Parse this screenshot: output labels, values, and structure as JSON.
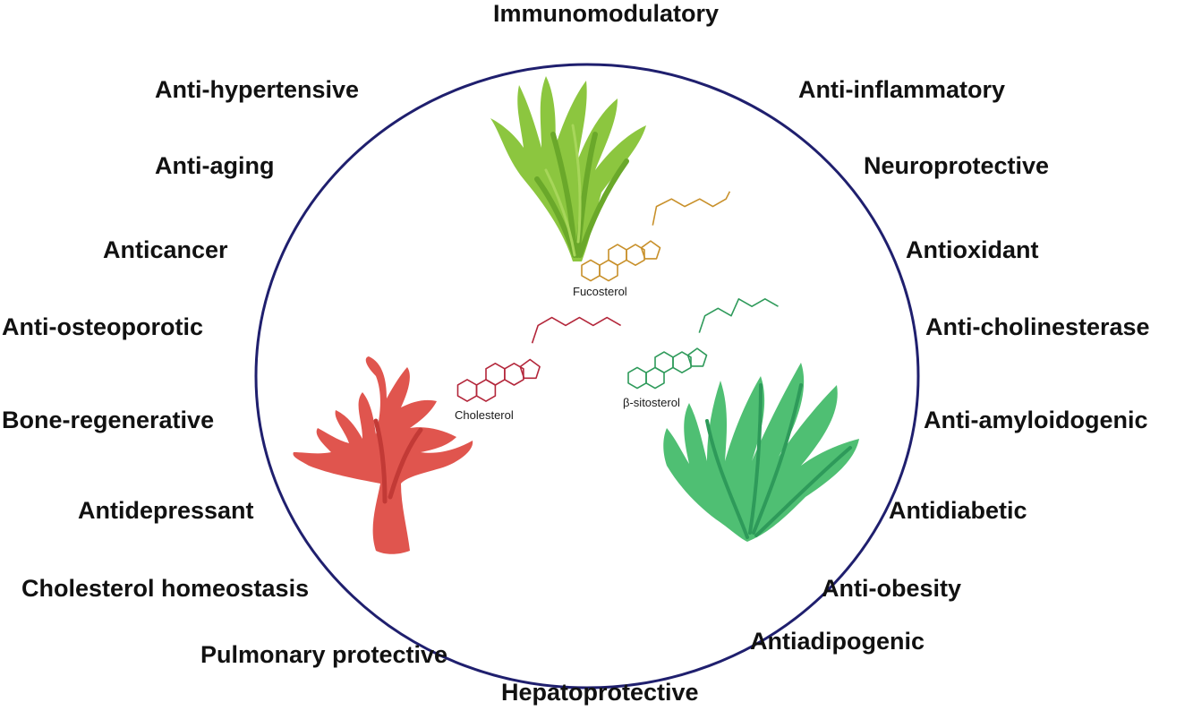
{
  "diagram": {
    "colors": {
      "circle": "#1f1f6e",
      "fucosterol": "#c8902a",
      "cholesterol": "#b3263a",
      "sitosterol": "#2e9a5a",
      "green_seaweed": "#8cc63f",
      "red_seaweed": "#e0554e",
      "teal_seaweed": "#4fbf73"
    },
    "labels": {
      "top": "Immunomodulatory",
      "bottom": "Hepatoprotective",
      "left": [
        "Anti-hypertensive",
        "Anti-aging",
        "Anticancer",
        "Anti-osteoporotic",
        "Bone-regenerative",
        "Antidepressant",
        "Cholesterol homeostasis",
        "Pulmonary protective"
      ],
      "right": [
        "Anti-inflammatory",
        "Neuroprotective",
        "Antioxidant",
        "Anti-cholinesterase",
        "Anti-amyloidogenic",
        "Antidiabetic",
        "Anti-obesity",
        "Antiadipogenic"
      ]
    },
    "molecules": {
      "fucosterol": "Fucosterol",
      "cholesterol": "Cholesterol",
      "sitosterol": "β-sitosterol"
    }
  }
}
